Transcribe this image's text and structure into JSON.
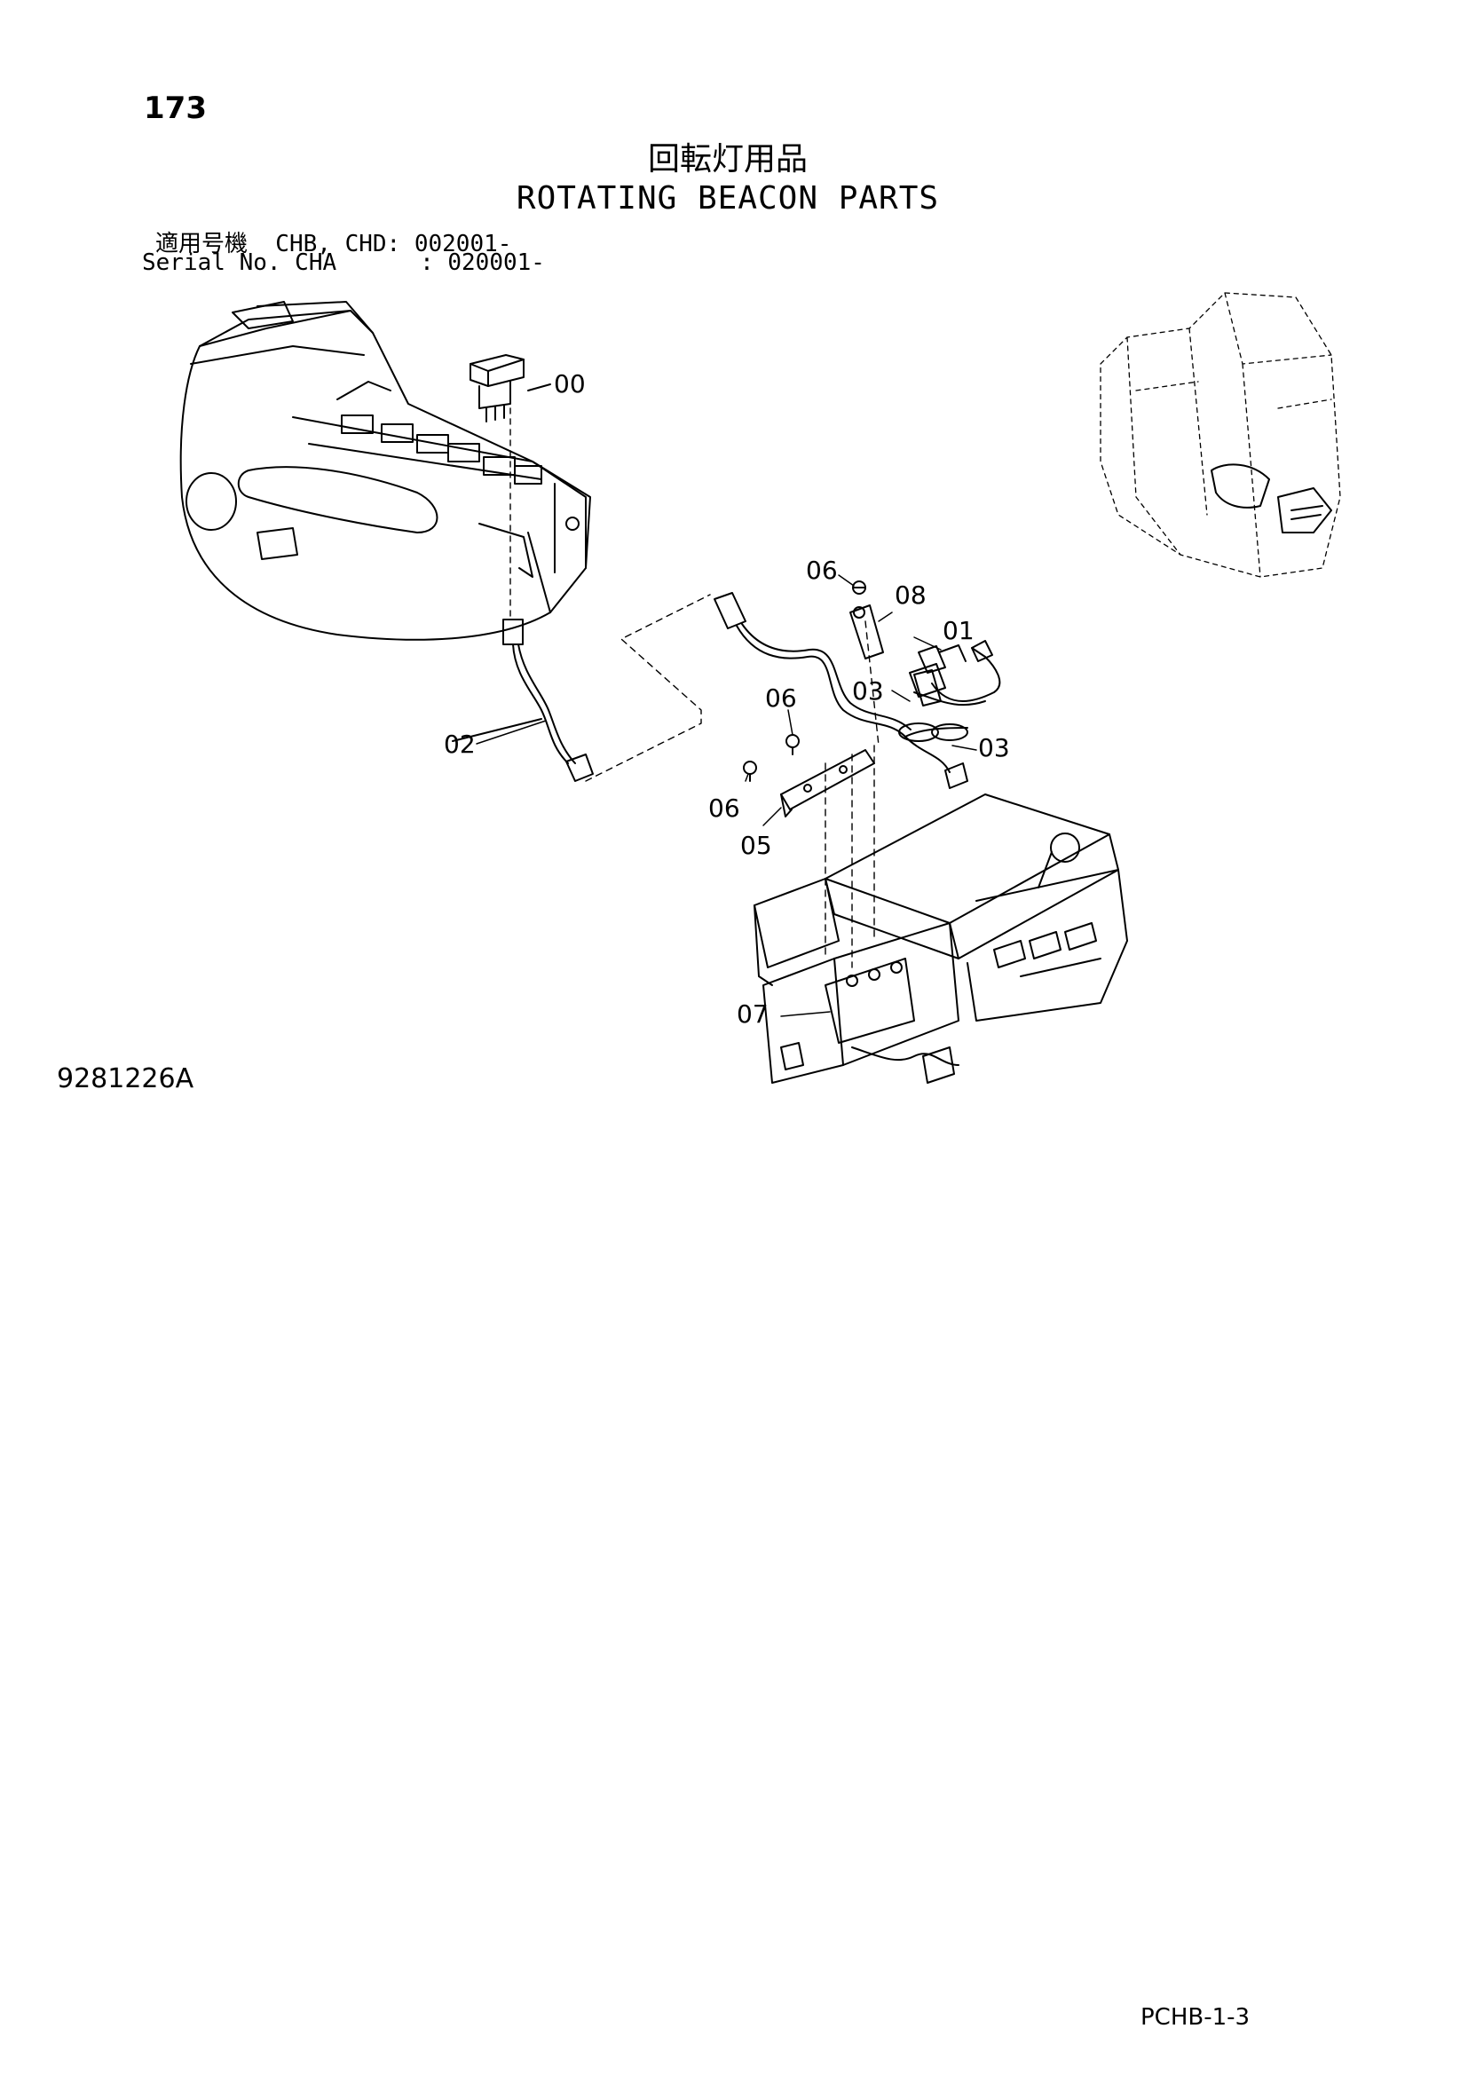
{
  "header": {
    "page_number": "173",
    "title_jp": "回転灯用品",
    "title_en": "ROTATING BEACON PARTS",
    "applicability_line1": "適用号機  CHB, CHD: 002001-",
    "applicability_line2": "Serial No. CHA      : 020001-"
  },
  "drawing": {
    "drawing_id": "9281226A",
    "callouts": [
      "00",
      "01",
      "02",
      "03",
      "03",
      "05",
      "06",
      "06",
      "06",
      "07",
      "08"
    ]
  },
  "footer": {
    "page_code": "PCHB-1-3"
  }
}
